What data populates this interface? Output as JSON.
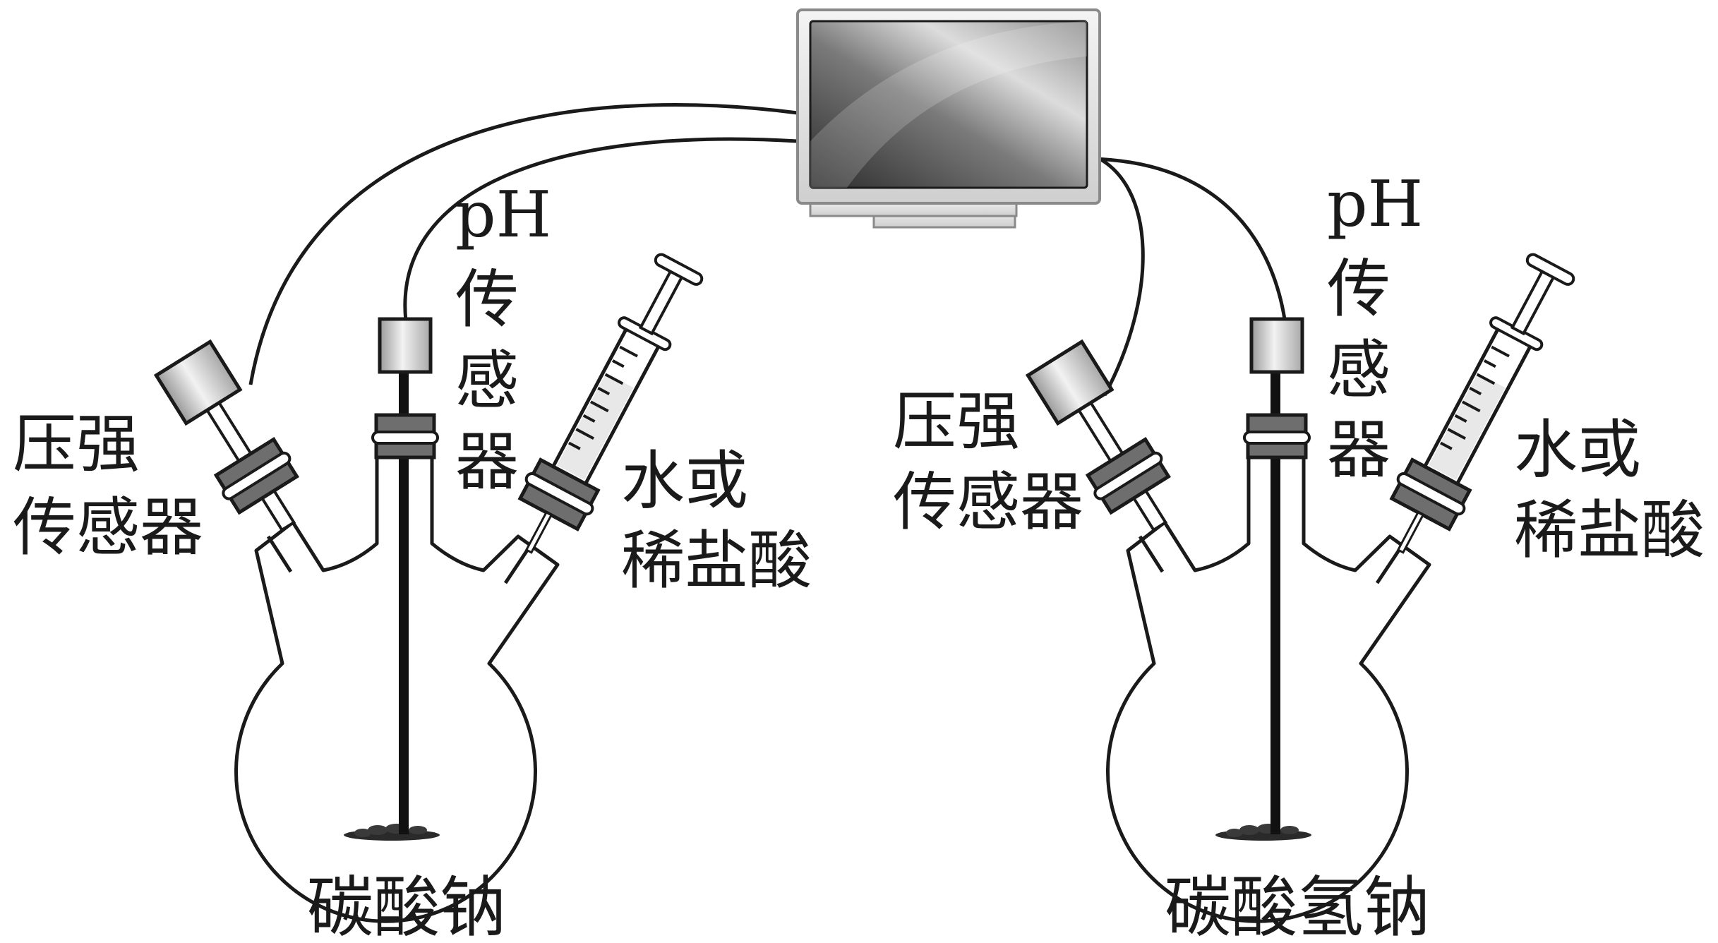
{
  "monitor": {
    "icon": "computer-monitor-icon"
  },
  "left_setup": {
    "pressure_label": [
      "压强",
      "传感器"
    ],
    "ph_label": [
      "pH",
      "传",
      "感",
      "器"
    ],
    "reagent_label": [
      "水或",
      "稀盐酸"
    ],
    "sample_label": "碳酸钠"
  },
  "right_setup": {
    "pressure_label": [
      "压强",
      "传感器"
    ],
    "ph_label": [
      "pH",
      "传",
      "感",
      "器"
    ],
    "reagent_label": [
      "水或",
      "稀盐酸"
    ],
    "sample_label": "碳酸氢钠"
  }
}
